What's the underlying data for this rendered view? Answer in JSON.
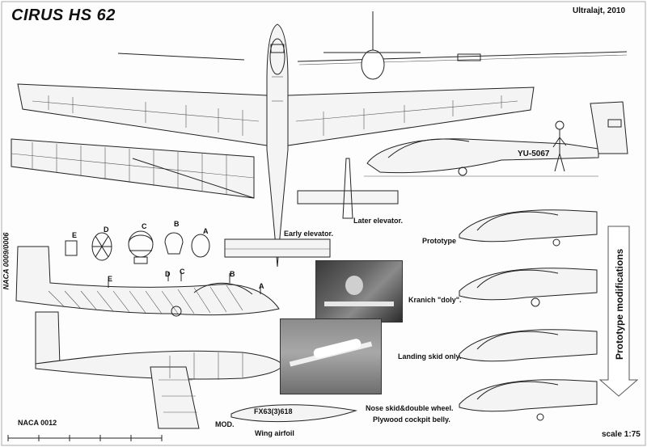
{
  "title": "CIRUS HS 62",
  "credit": "Ultralajt, 2010",
  "registration": "YU-5067",
  "scale": "scale 1:75",
  "sections": [
    "E",
    "D",
    "C",
    "B",
    "A"
  ],
  "markers": [
    "E",
    "D",
    "C",
    "B",
    "A"
  ],
  "labels": {
    "early_elevator": "Early elevator.",
    "later_elevator": "Later elevator.",
    "tail_airfoil": "NACA 0009/0006",
    "stabilizer_airfoil": "NACA 0012",
    "airfoil_code": "FX63(3)618",
    "mod": "MOD.",
    "wing_airfoil": "Wing airfoil",
    "prototype_modifications": "Prototype modifications"
  },
  "variants": [
    "Prototype",
    "Kranich \"doly\".",
    "Landing skid only.",
    "Nose skid&double wheel.",
    "Plywood cockpit belly."
  ],
  "colors": {
    "line": "#222222",
    "paper": "#fdfdfd"
  }
}
